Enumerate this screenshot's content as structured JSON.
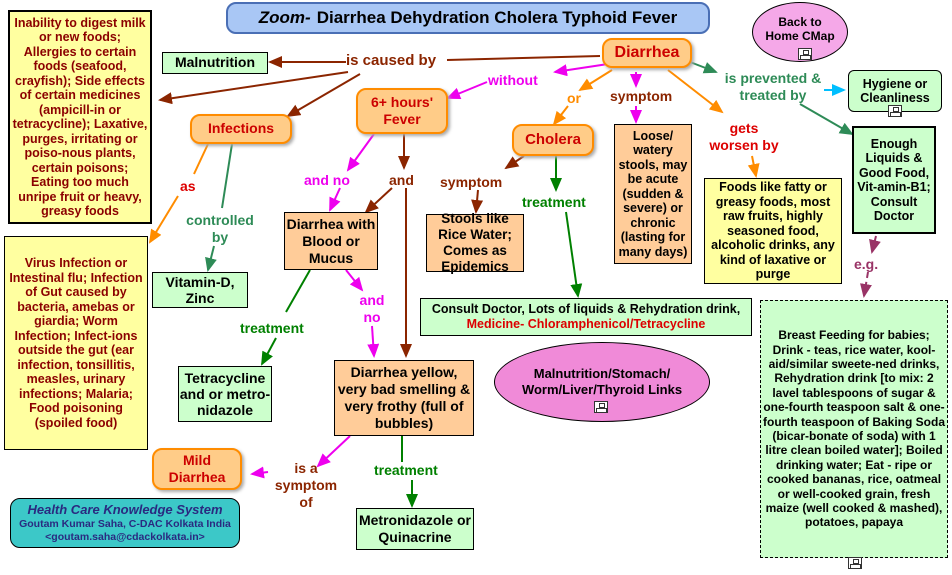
{
  "title": {
    "zoom": "Zoom-",
    "rest": "Diarrhea Dehydration Cholera Typhoid Fever"
  },
  "back_home": "Back to Home CMap",
  "credit": {
    "line1": "Health Care Knowledge System",
    "line2": "Goutam Kumar Saha, C-DAC Kolkata India",
    "line3": "<goutam.saha@cdackolkata.in>"
  },
  "nodes": {
    "inability": "Inability to digest milk or new foods; Allergies to certain foods (seafood, crayfish); Side effects of certain medicines (ampicill-in or tetracycline); Laxative, purges, irritating or poiso-nous plants, certain poisons; Eating too much unripe fruit or heavy, greasy foods",
    "malnutrition": "Malnutrition",
    "diarrhea": "Diarrhea",
    "infections": "Infections",
    "fever": "6+ hours' Fever",
    "cholera": "Cholera",
    "loose_stools": "Loose/ watery stools, may be acute (sudden & severe) or chronic (lasting for many days)",
    "foods_worse": "Foods like fatty or greasy foods, most raw fruits, highly seasoned food, alcoholic drinks, any kind of laxative or purge",
    "hygiene": "Hygiene or Cleanliness",
    "enough_liquids": "Enough Liquids & Good Food, Vit-amin-B1; Consult Doctor",
    "virus": "Virus Infection or Intestinal flu; Infection of Gut caused by bacteria, amebas or giardia; Worm Infection; Infect-ions outside the gut (ear infection, tonsillitis, measles, urinary infections; Malaria; Food poisoning (spoiled food)",
    "vitamin": "Vitamin-D, Zinc",
    "blood_mucus": "Diarrhea with Blood or Mucus",
    "stools_rice": "Stools like Rice Water; Comes as Epidemics",
    "consult_doctor_a": "Consult Doctor, Lots of liquids & Rehydration drink, ",
    "consult_doctor_b": "Medicine- Chloramphenicol/Tetracycline",
    "breast_feeding": "Breast Feeding for babies; Drink - teas, rice water, kool-aid/similar sweete-ned drinks, Rehydration drink [to mix: 2 lavel tablespoons of sugar & one-fourth teaspoon salt & one-fourth teaspoon of Baking Soda (bicar-bonate of soda) with 1 litre clean boiled water]; Boiled drinking water; Eat - ripe or cooked bananas, rice, oatmeal or well-cooked grain, fresh maize (well cooked & mashed), potatoes, papaya",
    "tetracycline": "Tetracycline and or metro-nidazole",
    "links": "Malnutrition/Stomach/ Worm/Liver/Thyroid Links",
    "yellow_frothy": "Diarrhea yellow, very bad smelling & very frothy (full of bubbles)",
    "mild": "Mild Diarrhea",
    "metronidazole": "Metronidazole or Quinacrine"
  },
  "labels": {
    "caused_by": "is caused by",
    "without": "without",
    "or": "or",
    "symptom_top": "symptom",
    "gets_worse": "gets worsen by",
    "prevented": "is prevented & treated by",
    "as": "as",
    "controlled_by": "controlled by",
    "and_no_1": "and no",
    "and_1": "and",
    "symptom_cholera": "symptom",
    "treatment_cholera": "treatment",
    "treatment_blood": "treatment",
    "and_no_2": "and no",
    "eg": "e.g.",
    "is_symptom_of": "is a symptom of",
    "treatment_yellow": "treatment"
  },
  "colors": {
    "brown": "#8b2500",
    "magenta": "#ee00ee",
    "orange": "#ff8c00",
    "green": "#008000",
    "sea": "#2e8b57",
    "sky": "#00bfff",
    "purple": "#993366",
    "red": "#dd0000"
  }
}
